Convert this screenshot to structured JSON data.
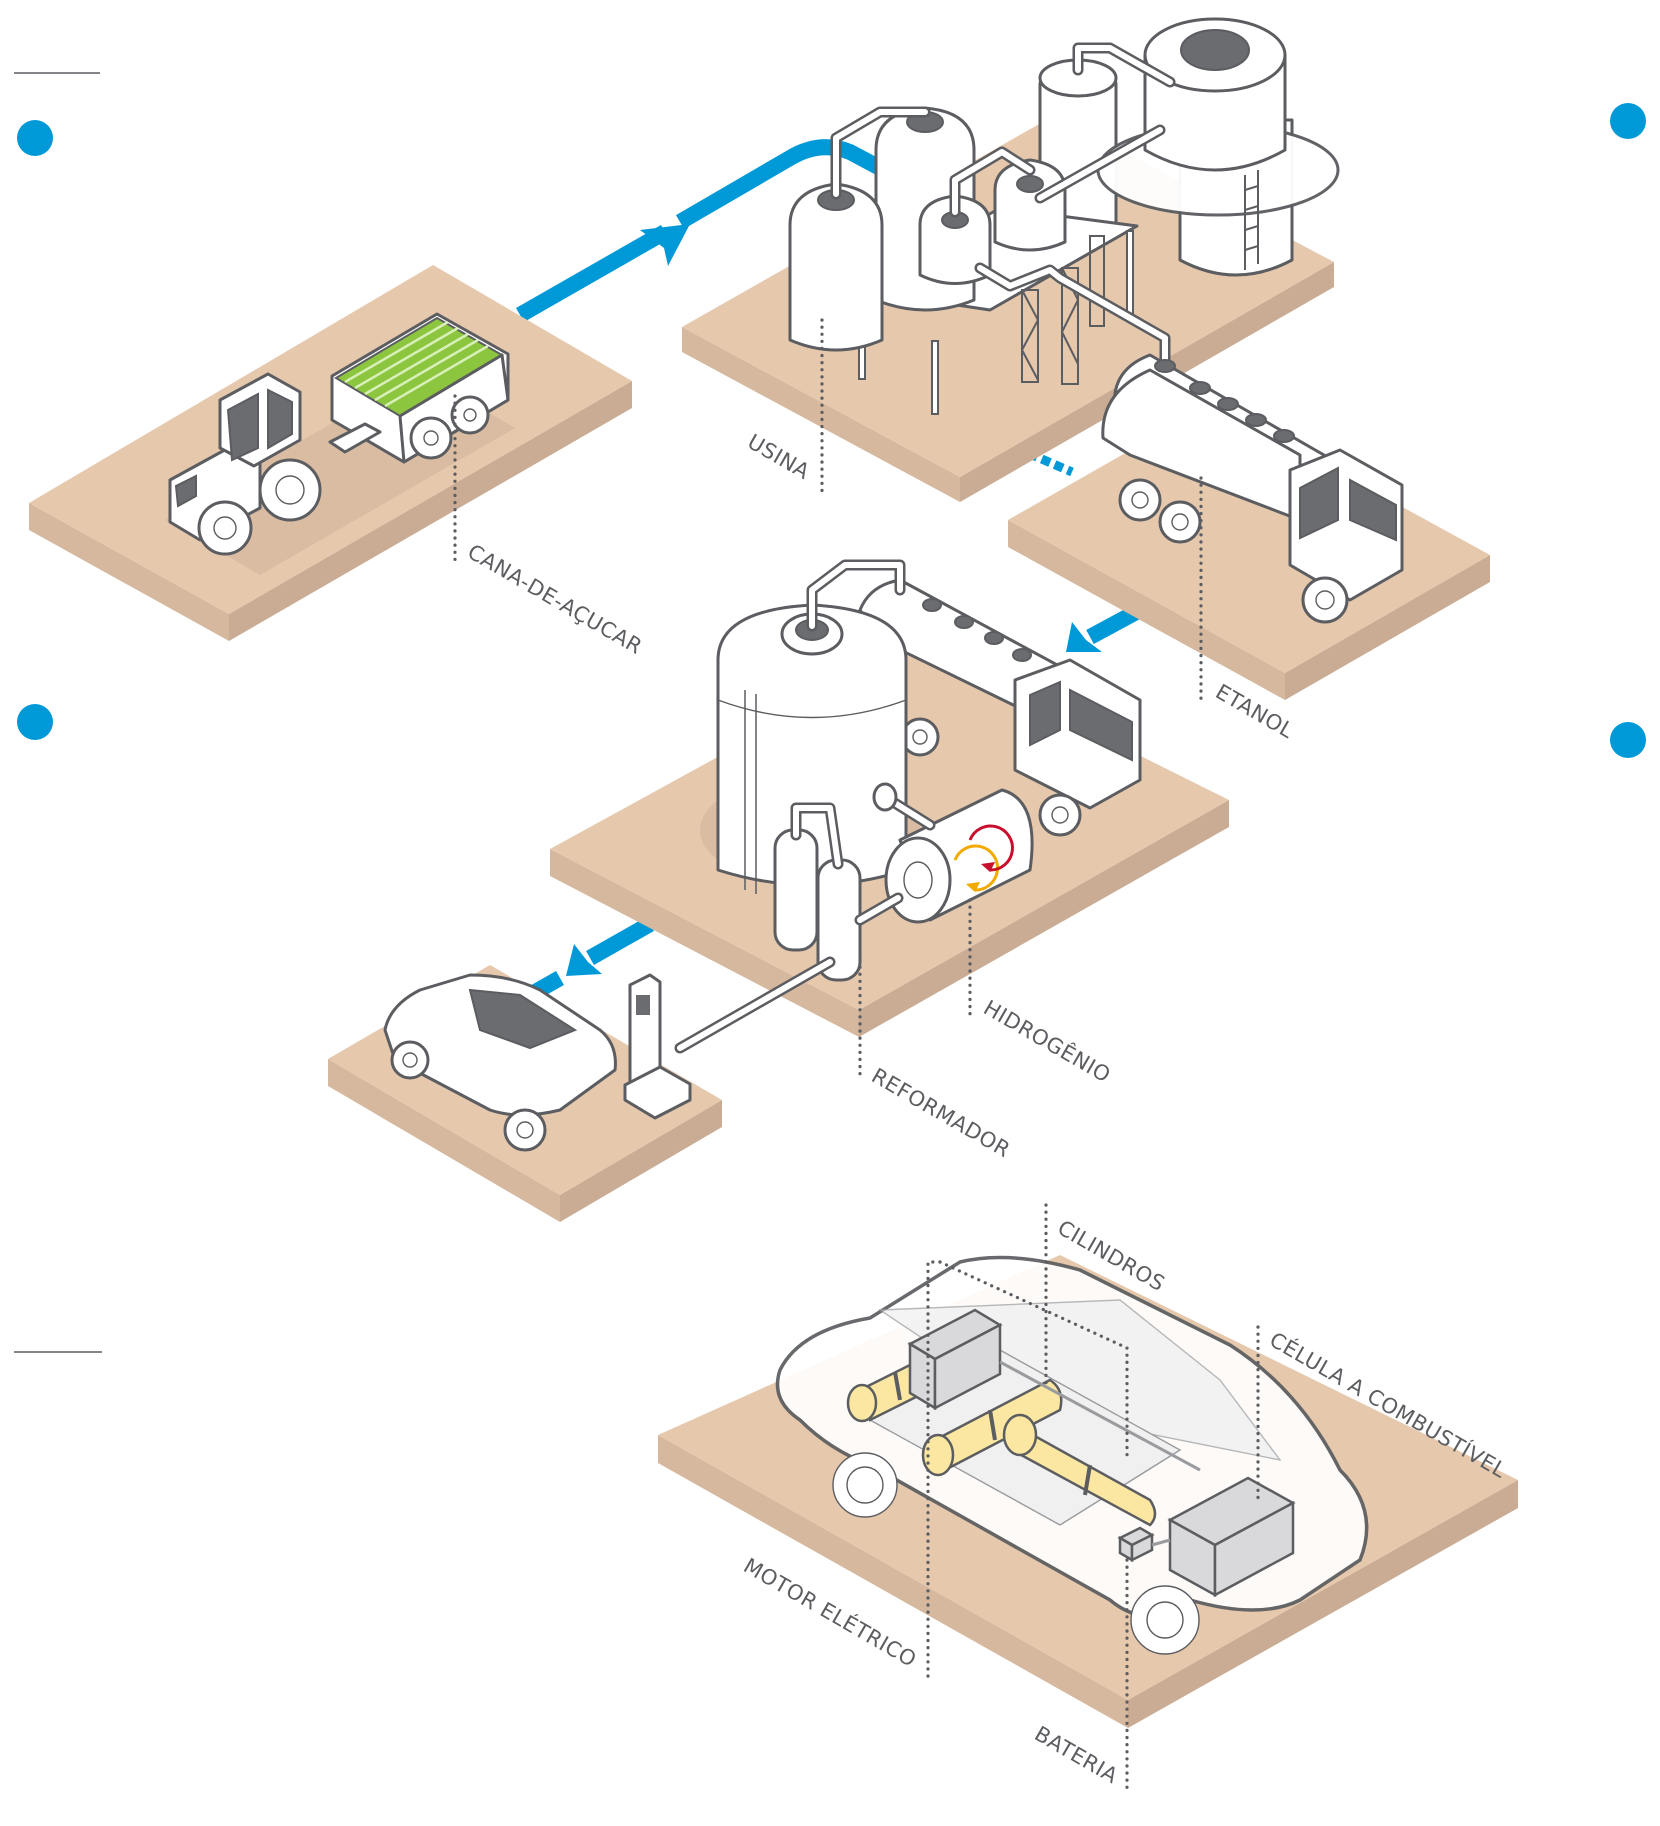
{
  "diagram": {
    "title": "Ciclo do hidrogênio a partir do etanol de cana-de-açúcar",
    "stages": [
      {
        "id": "cana",
        "label": "CANA-DE-AÇUCAR"
      },
      {
        "id": "usina",
        "label": "USINA"
      },
      {
        "id": "etanol",
        "label": "ETANOL"
      },
      {
        "id": "hidrogenio",
        "label": "HIDROGÊNIO"
      },
      {
        "id": "reformador",
        "label": "REFORMADOR"
      }
    ],
    "car_parts": [
      {
        "id": "cilindros",
        "label": "CILINDROS"
      },
      {
        "id": "celula",
        "label": "CÉLULA A COMBUSTÍVEL"
      },
      {
        "id": "motor",
        "label": "MOTOR ELÉTRICO"
      },
      {
        "id": "bateria",
        "label": "BATERIA"
      }
    ],
    "flow_sequence": [
      "cana",
      "usina",
      "etanol",
      "reformador",
      "hidrogenio",
      "carro"
    ],
    "colors": {
      "flow_arrow": "#0099d8",
      "marker_dot": "#0099d8",
      "platform": "#e6c8ad",
      "outline": "#5b5d61",
      "cylinder": "#fbe7a1",
      "reaction_red": "#c8102e",
      "reaction_yellow": "#f2a900",
      "crop_green": "#8cc63f"
    }
  }
}
